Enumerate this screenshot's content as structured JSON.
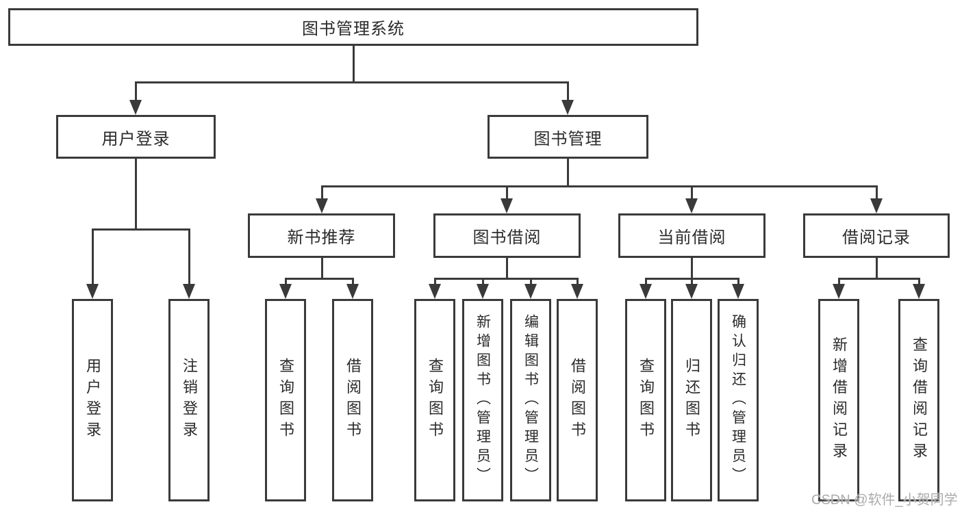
{
  "colors": {
    "line": "#3a3a3a",
    "text": "#2b2b2b",
    "watermark": "#ababab",
    "background": "#ffffff"
  },
  "nodes": {
    "root": {
      "label": "图书管理系统"
    },
    "user_login": {
      "label": "用户登录"
    },
    "book_management": {
      "label": "图书管理"
    },
    "new_book_recommend": {
      "label": "新书推荐"
    },
    "book_borrow": {
      "label": "图书借阅"
    },
    "current_borrow": {
      "label": "当前借阅"
    },
    "borrow_record": {
      "label": "借阅记录"
    },
    "leaf_user_login": {
      "label": "用户登录"
    },
    "leaf_logout": {
      "label": "注销登录"
    },
    "leaf_recommend_query_book": {
      "label": "查询图书"
    },
    "leaf_recommend_borrow_book": {
      "label": "借阅图书"
    },
    "leaf_borrow_query_book": {
      "label": "查询图书"
    },
    "leaf_borrow_add_book": {
      "label": "新增图书（管理员）"
    },
    "leaf_borrow_edit_book": {
      "label": "编辑图书（管理员）"
    },
    "leaf_borrow_borrow_book": {
      "label": "借阅图书"
    },
    "leaf_current_query_book": {
      "label": "查询图书"
    },
    "leaf_current_return_book": {
      "label": "归还图书"
    },
    "leaf_current_confirm_return": {
      "label": "确认归还（管理员）"
    },
    "leaf_record_add": {
      "label": "新增借阅记录"
    },
    "leaf_record_query": {
      "label": "查询借阅记录"
    }
  },
  "watermark": {
    "text": "CSDN @软件_小贺同学"
  }
}
